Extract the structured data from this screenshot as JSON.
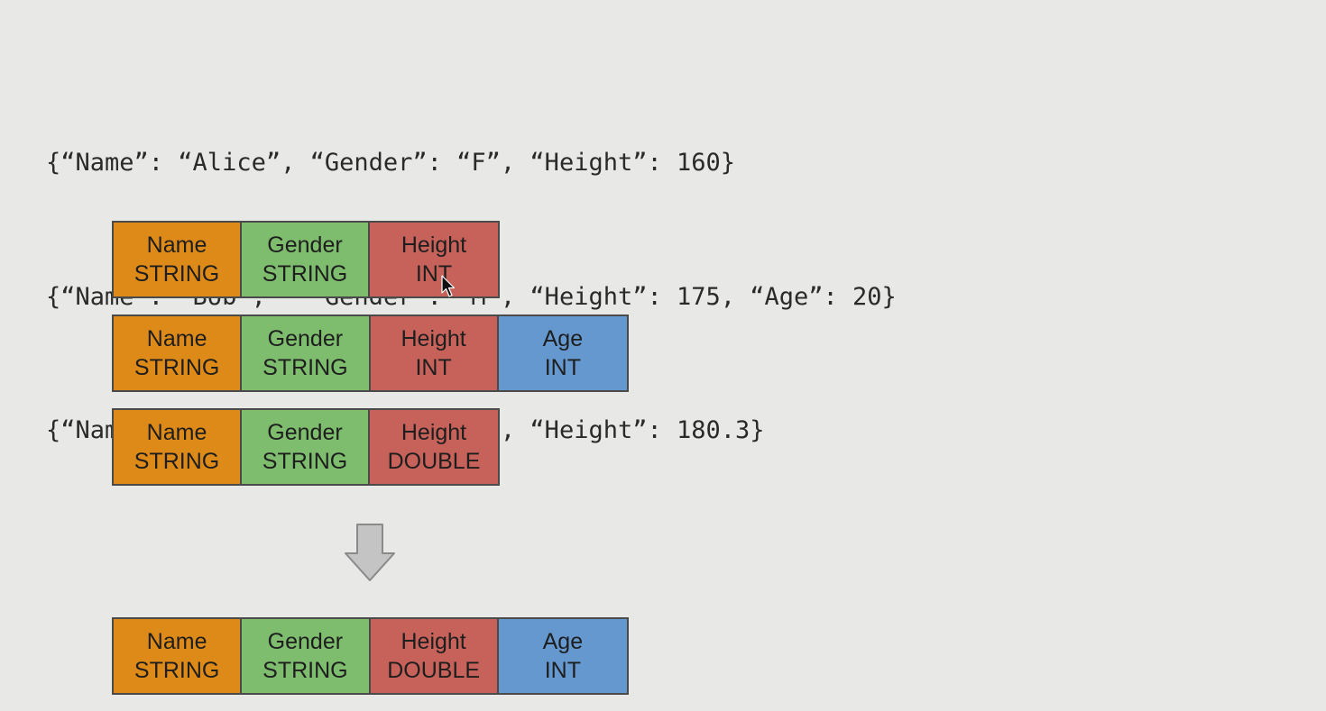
{
  "json_lines": [
    "{“Name”: “Alice”, “Gender”: “F”, “Height”: 160}",
    "{“Name”: “Bob”,   “Gender”: “M”, “Height”: 175, “Age”: 20}",
    "{“Name”: “Cavin”, “Gender”: “M”, “Height”: 180.3}"
  ],
  "schemas": [
    [
      {
        "field": "Name",
        "type": "STRING",
        "color": "#de8a19"
      },
      {
        "field": "Gender",
        "type": "STRING",
        "color": "#7dbd6d"
      },
      {
        "field": "Height",
        "type": "INT",
        "color": "#c7625a"
      }
    ],
    [
      {
        "field": "Name",
        "type": "STRING",
        "color": "#de8a19"
      },
      {
        "field": "Gender",
        "type": "STRING",
        "color": "#7dbd6d"
      },
      {
        "field": "Height",
        "type": "INT",
        "color": "#c7625a"
      },
      {
        "field": "Age",
        "type": "INT",
        "color": "#6498cf"
      }
    ],
    [
      {
        "field": "Name",
        "type": "STRING",
        "color": "#de8a19"
      },
      {
        "field": "Gender",
        "type": "STRING",
        "color": "#7dbd6d"
      },
      {
        "field": "Height",
        "type": "DOUBLE",
        "color": "#c7625a"
      }
    ]
  ],
  "merged_schema": [
    {
      "field": "Name",
      "type": "STRING",
      "color": "#de8a19"
    },
    {
      "field": "Gender",
      "type": "STRING",
      "color": "#7dbd6d"
    },
    {
      "field": "Height",
      "type": "DOUBLE",
      "color": "#c7625a"
    },
    {
      "field": "Age",
      "type": "INT",
      "color": "#6498cf"
    }
  ],
  "icons": {
    "arrow": "down-arrow-icon",
    "cursor": "mouse-cursor-icon"
  }
}
